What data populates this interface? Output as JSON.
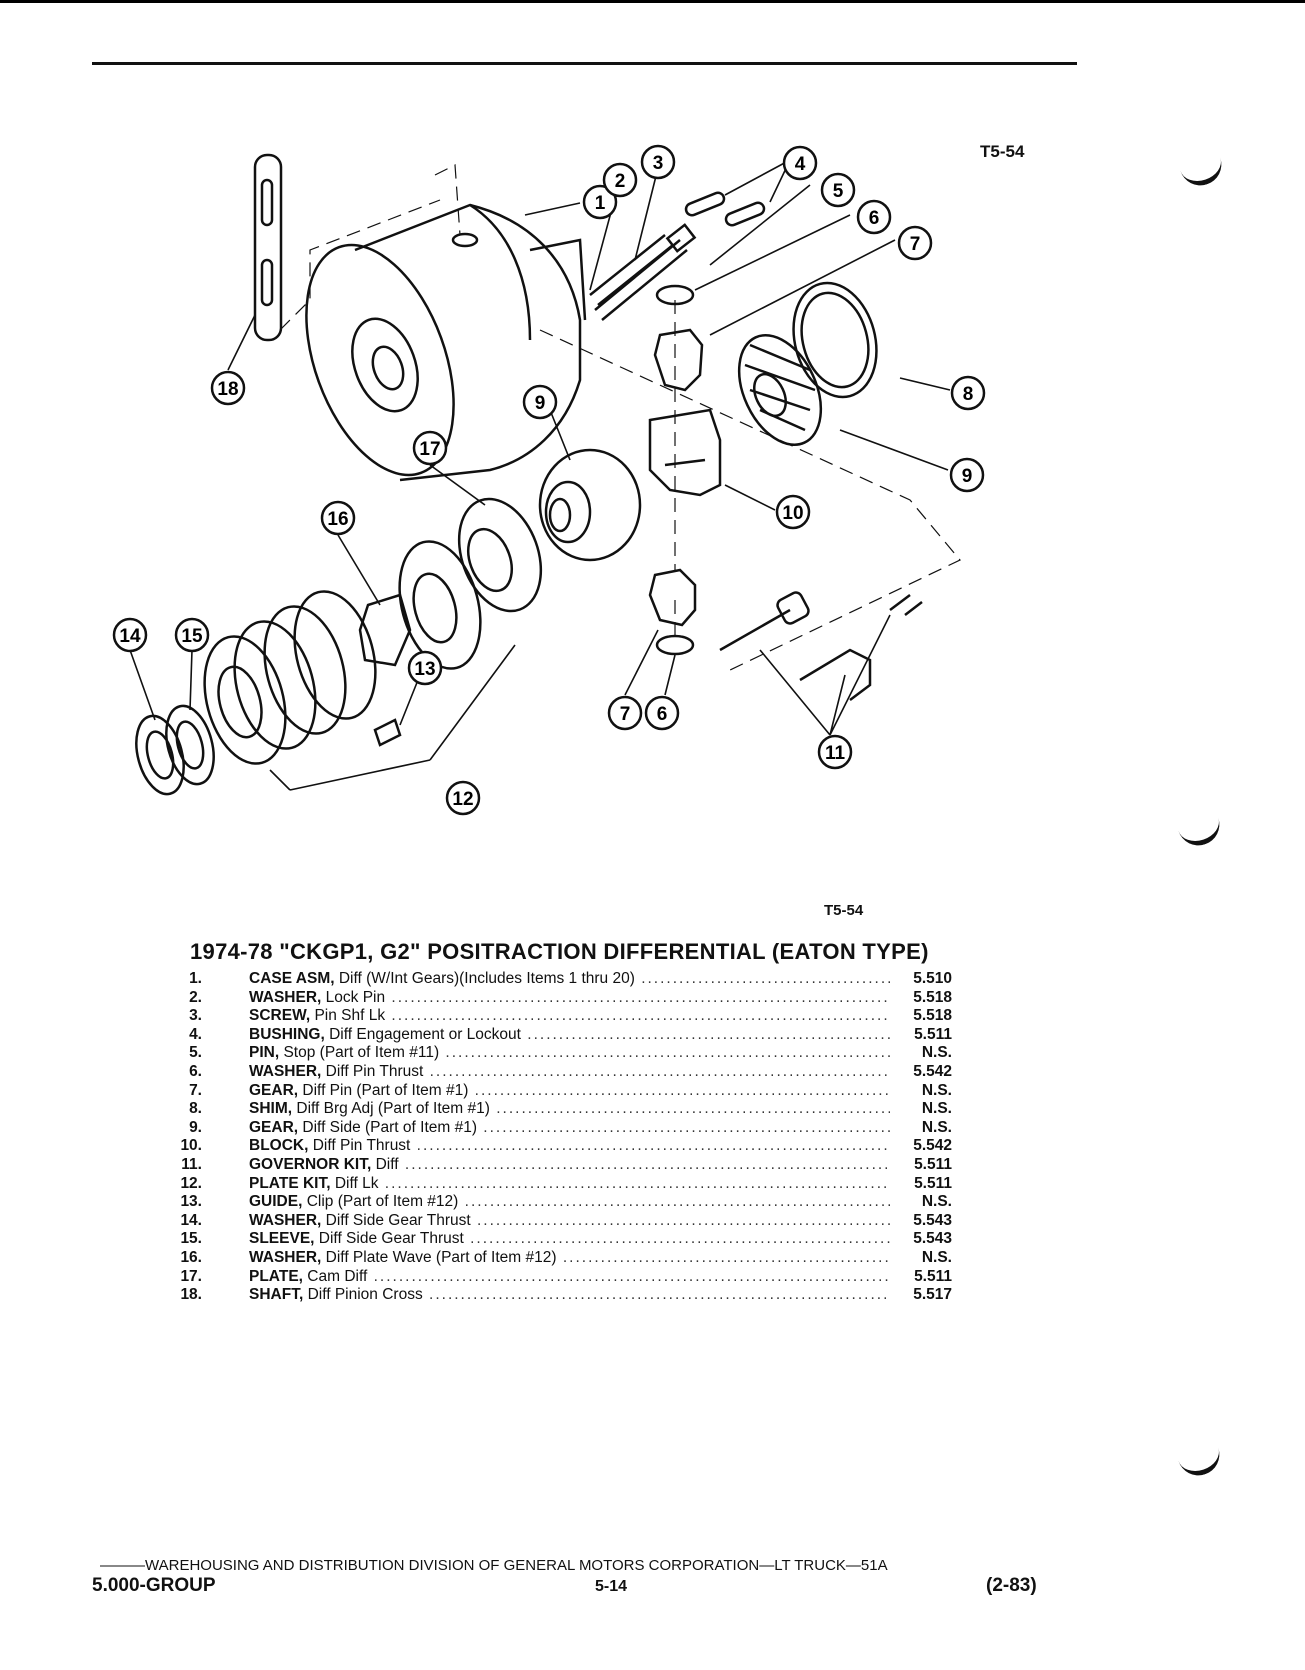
{
  "figure_id_top": "T5-54",
  "figure_id_bottom": "T5-54",
  "title": "1974-78 \"CKGP1, G2\" POSITRACTION DIFFERENTIAL (EATON TYPE)",
  "callouts": [
    "1",
    "2",
    "3",
    "4",
    "5",
    "6",
    "7",
    "8",
    "9",
    "9",
    "10",
    "11",
    "12",
    "13",
    "14",
    "15",
    "16",
    "17",
    "18",
    "7",
    "6"
  ],
  "parts": [
    {
      "num": "1.",
      "name": "CASE ASM,",
      "desc": "Diff (W/Int Gears)(Includes Items 1 thru 20)",
      "code": "5.510"
    },
    {
      "num": "2.",
      "name": "WASHER,",
      "desc": "Lock Pin",
      "code": "5.518"
    },
    {
      "num": "3.",
      "name": "SCREW,",
      "desc": "Pin Shf Lk",
      "code": "5.518"
    },
    {
      "num": "4.",
      "name": "BUSHING,",
      "desc": "Diff Engagement or Lockout",
      "code": "5.511"
    },
    {
      "num": "5.",
      "name": "PIN,",
      "desc": "Stop (Part of Item #11)",
      "code": "N.S."
    },
    {
      "num": "6.",
      "name": "WASHER,",
      "desc": "Diff Pin Thrust",
      "code": "5.542"
    },
    {
      "num": "7.",
      "name": "GEAR,",
      "desc": "Diff Pin (Part of Item #1)",
      "code": "N.S."
    },
    {
      "num": "8.",
      "name": "SHIM,",
      "desc": "Diff Brg Adj (Part of Item #1)",
      "code": "N.S."
    },
    {
      "num": "9.",
      "name": "GEAR,",
      "desc": "Diff Side (Part of Item #1)",
      "code": "N.S."
    },
    {
      "num": "10.",
      "name": "BLOCK,",
      "desc": "Diff Pin Thrust",
      "code": "5.542"
    },
    {
      "num": "11.",
      "name": "GOVERNOR KIT,",
      "desc": "Diff",
      "code": "5.511"
    },
    {
      "num": "12.",
      "name": "PLATE KIT,",
      "desc": "Diff Lk",
      "code": "5.511"
    },
    {
      "num": "13.",
      "name": "GUIDE,",
      "desc": "Clip (Part of Item #12)",
      "code": "N.S."
    },
    {
      "num": "14.",
      "name": "WASHER,",
      "desc": "Diff Side Gear Thrust",
      "code": "5.543"
    },
    {
      "num": "15.",
      "name": "SLEEVE,",
      "desc": "Diff Side Gear Thrust",
      "code": "5.543"
    },
    {
      "num": "16.",
      "name": "WASHER,",
      "desc": "Diff Plate Wave (Part of Item #12)",
      "code": "N.S."
    },
    {
      "num": "17.",
      "name": "PLATE,",
      "desc": "Cam Diff",
      "code": "5.511"
    },
    {
      "num": "18.",
      "name": "SHAFT,",
      "desc": "Diff Pinion Cross",
      "code": "5.517"
    }
  ],
  "footer": {
    "line": "———WAREHOUSING AND DISTRIBUTION DIVISION OF GENERAL MOTORS CORPORATION—LT TRUCK—51A",
    "group": "5.000-GROUP",
    "page": "5-14",
    "date": "(2-83)"
  }
}
